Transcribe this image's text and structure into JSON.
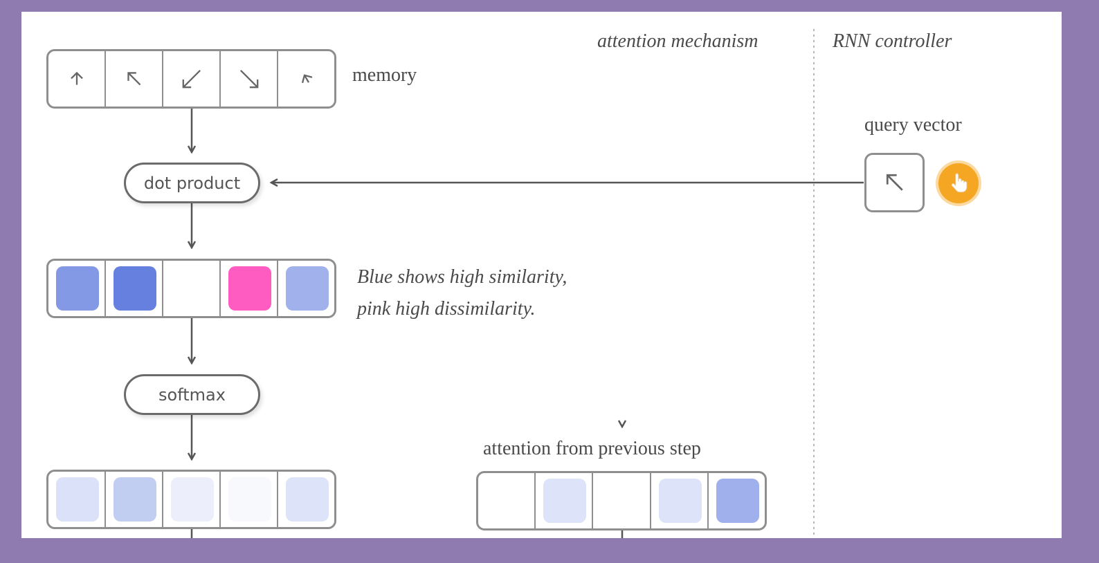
{
  "headers": {
    "attention": "attention mechanism",
    "controller": "RNN controller"
  },
  "memory": {
    "label": "memory",
    "arrows": [
      {
        "icon": "arrow-up-icon",
        "angle": 0,
        "len": 0.5
      },
      {
        "icon": "arrow-up-left-icon",
        "angle": -45,
        "len": 0.7
      },
      {
        "icon": "arrow-down-left-icon",
        "angle": -135,
        "len": 1.0
      },
      {
        "icon": "arrow-down-right-icon",
        "angle": 135,
        "len": 1.0
      },
      {
        "icon": "arrow-up-left-small-icon",
        "angle": -30,
        "len": 0.35
      }
    ]
  },
  "ops": {
    "dot_product": "dot product",
    "softmax": "softmax"
  },
  "similarity": {
    "note_line1": "Blue shows high similarity,",
    "note_line2": "pink high dissimilarity.",
    "cells": [
      "#8499e6",
      "#6680e0",
      "",
      "#ff5cc2",
      "#a1b1ec"
    ]
  },
  "softmax_out": {
    "cells": [
      "#dbe1f8",
      "#c2cdf2",
      "#eceffb",
      "#f8f9fd",
      "#dde3f8"
    ]
  },
  "previous": {
    "label": "attention from previous step",
    "cells": [
      "",
      "#dde3f8",
      "",
      "#dde3f8",
      "#9fb0ec"
    ]
  },
  "query": {
    "label": "query vector",
    "arrow": {
      "icon": "arrow-up-left-icon",
      "angle": -45,
      "len": 0.75
    },
    "dial_icon": "hand-pointer-icon"
  },
  "colors": {
    "background": "#8f7bb0",
    "dial": "#f5a623",
    "positive": "#6680e0",
    "negative": "#ff5cc2"
  }
}
